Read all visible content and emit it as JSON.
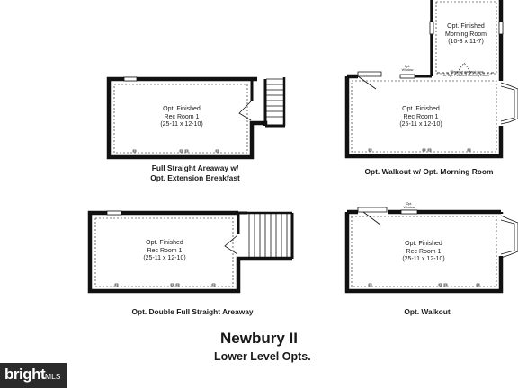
{
  "plans": [
    {
      "room": {
        "line1": "Opt. Finished",
        "line2": "Rec Room 1",
        "line3": "(25-11 x 12-10)"
      },
      "caption": {
        "line1": "Full Straight Areaway w/",
        "line2": "Opt. Extension Breakfast"
      }
    },
    {
      "room": {
        "line1": "Opt. Finished",
        "line2": "Rec Room 1",
        "line3": "(25-11 x 12-10)"
      },
      "morning_room": {
        "line1": "Opt. Finished",
        "line2": "Morning Room",
        "line3": "(10-3 x 11-7)"
      },
      "note": {
        "line1": "*Remove wall and door",
        "line2": "w/ Opt. Finished Morning Room*"
      },
      "window_label": {
        "line1": "Opt.",
        "line2": "Window"
      },
      "caption": {
        "line1": "Opt. Walkout w/ Opt. Morning Room"
      }
    },
    {
      "room": {
        "line1": "Opt. Finished",
        "line2": "Rec Room 1",
        "line3": "(25-11 x 12-10)"
      },
      "caption": {
        "line1": "Opt. Double Full Straight Areaway"
      }
    },
    {
      "room": {
        "line1": "Opt. Finished",
        "line2": "Rec Room 1",
        "line3": "(25-11 x 12-10)"
      },
      "window_label": {
        "line1": "Opt.",
        "line2": "Window"
      },
      "caption": {
        "line1": "Opt. Walkout"
      }
    }
  ],
  "title": "Newbury II",
  "subtitle": "Lower Level Opts.",
  "watermark": {
    "brand": "bright",
    "suffix": "MLS"
  }
}
